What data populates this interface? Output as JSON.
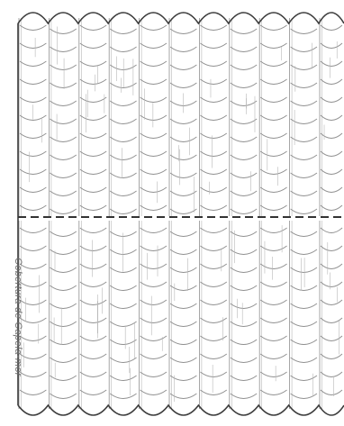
{
  "label": "Cobertura de Capela-mor",
  "panels": [
    {
      "name": "upper"
    },
    {
      "name": "lower"
    }
  ],
  "colors": {
    "background": "#ffffff",
    "outline": "#3c3c3c",
    "tile_line": "#8f8f8f",
    "hatch": "#b7b7b7",
    "fold": "#333333"
  }
}
